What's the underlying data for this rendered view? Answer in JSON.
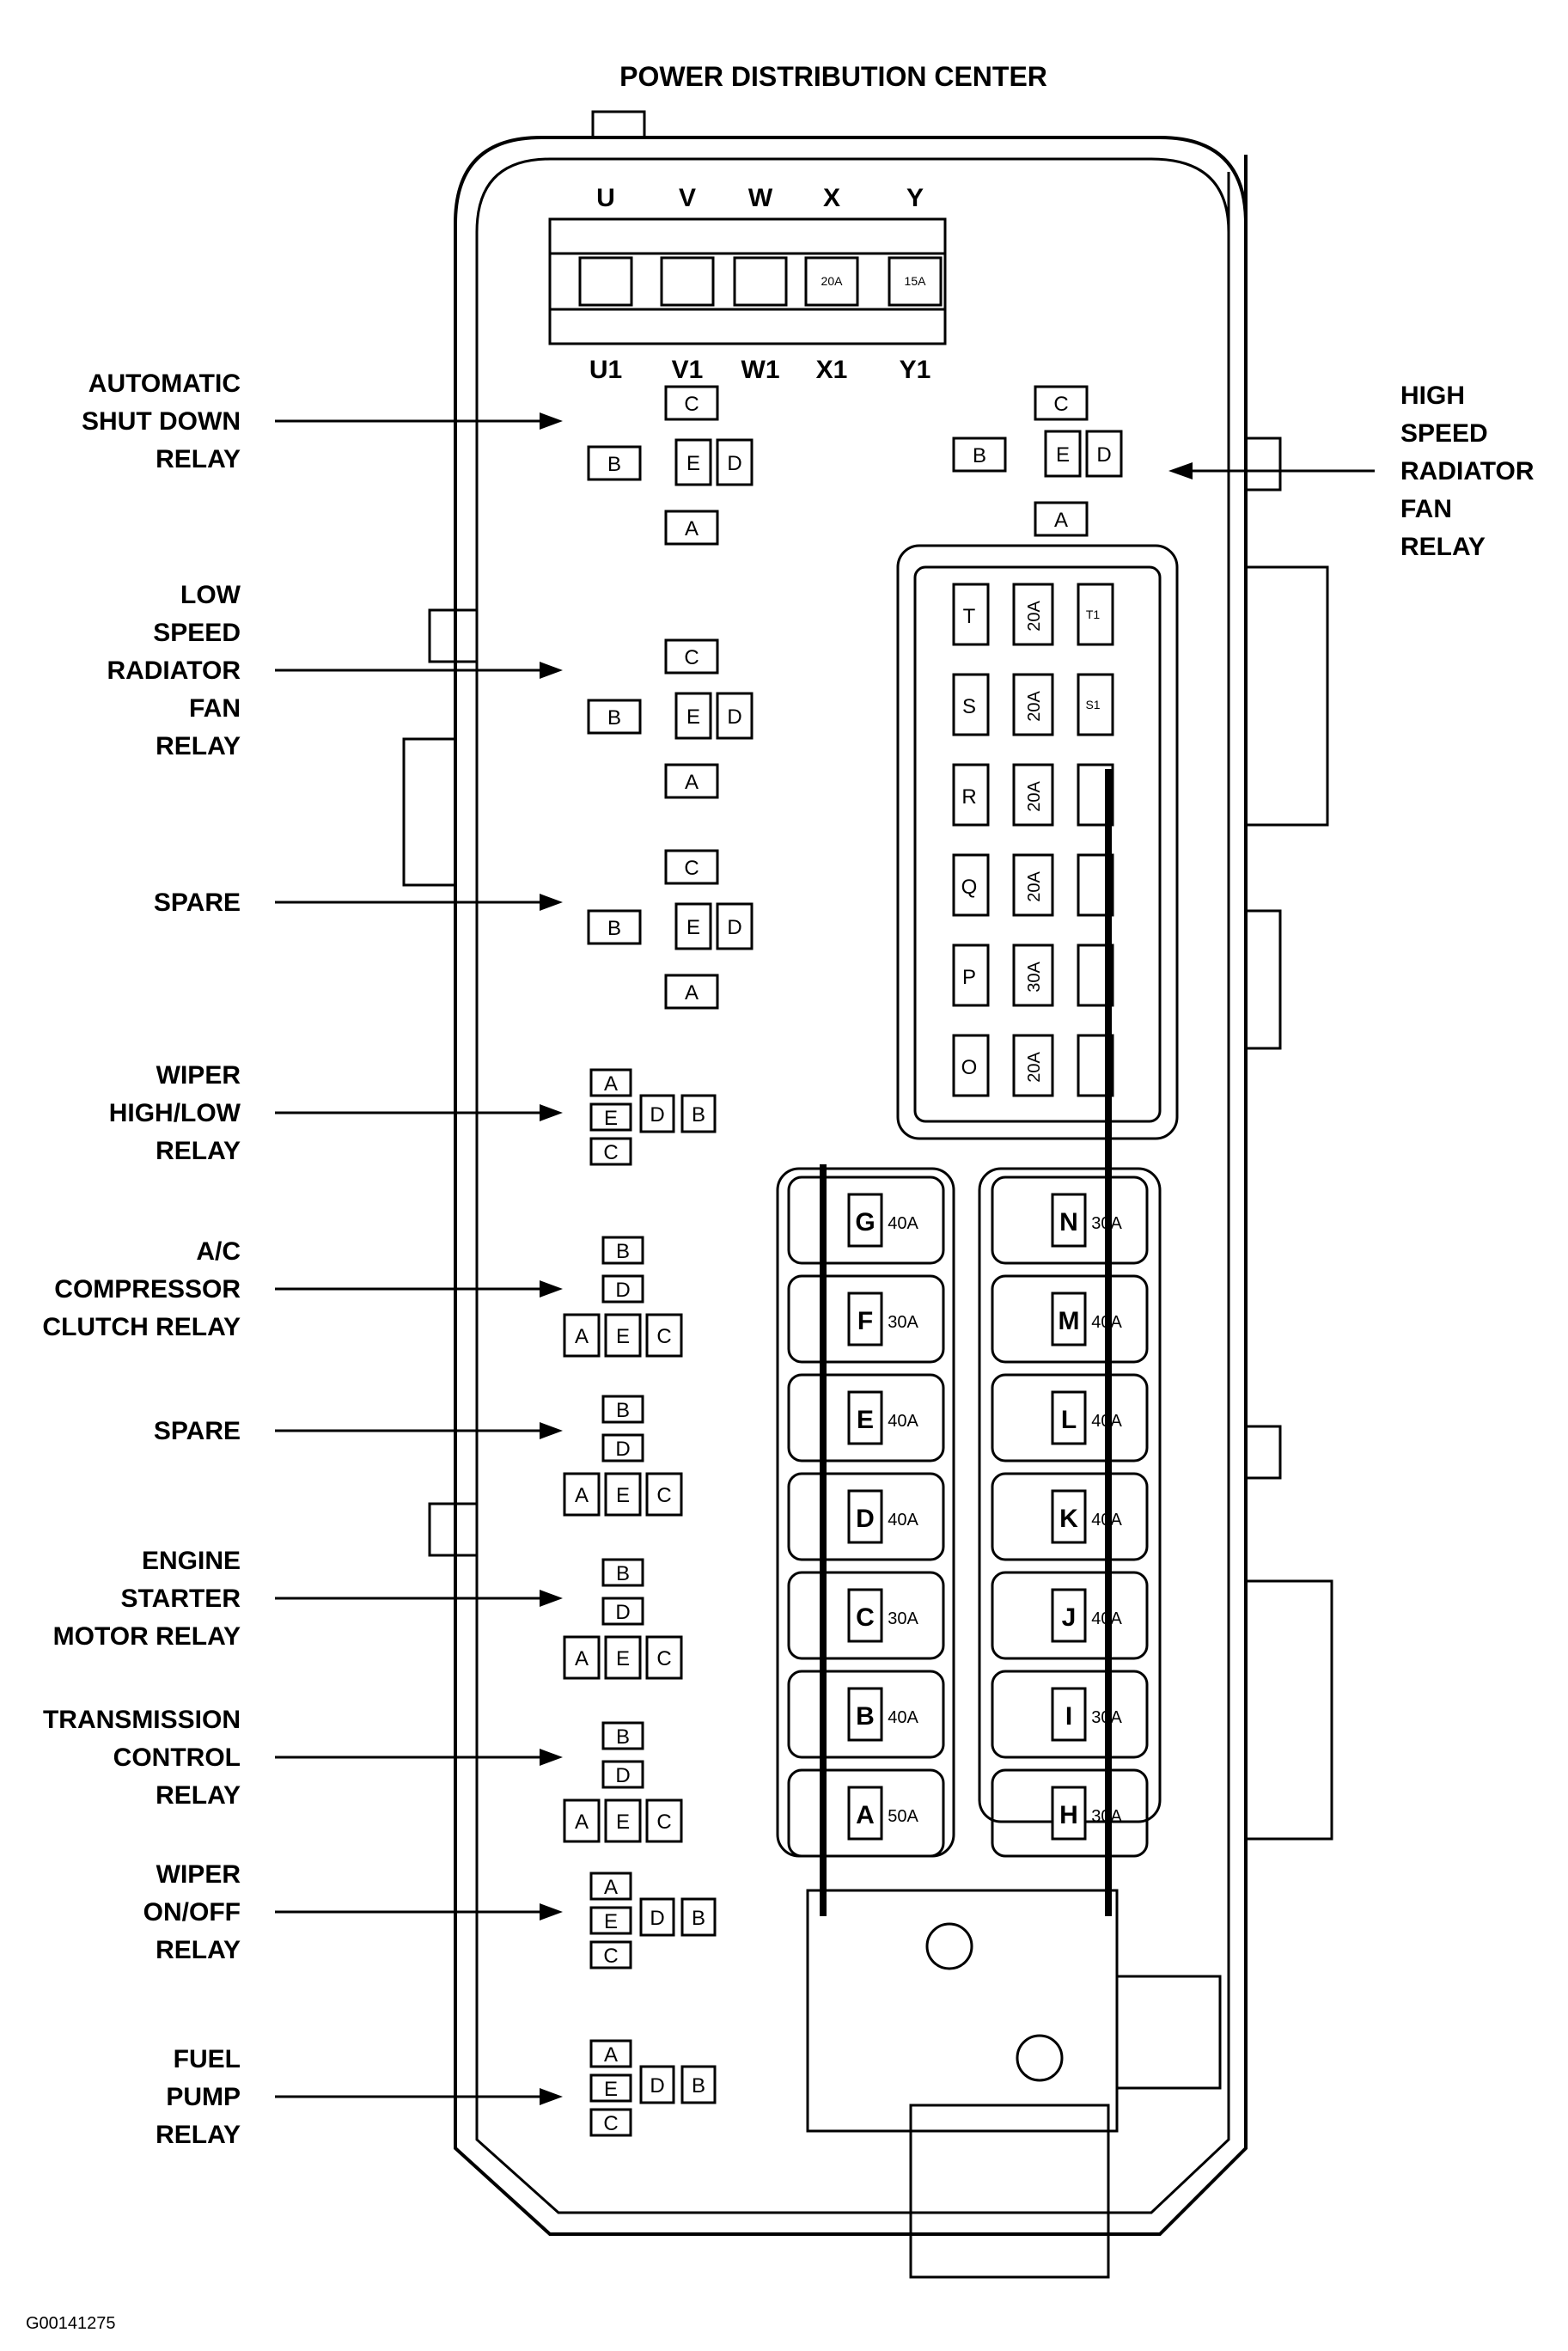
{
  "title": "POWER DISTRIBUTION CENTER",
  "figure_id": "G00141275",
  "top_connector": {
    "top_labels": [
      "U",
      "V",
      "W",
      "X",
      "Y"
    ],
    "bottom_labels": [
      "U1",
      "V1",
      "W1",
      "X1",
      "Y1"
    ],
    "ratings": [
      "20A",
      "15A"
    ]
  },
  "relay_labels": [
    {
      "lines": [
        "AUTOMATIC",
        "SHUT DOWN",
        "RELAY"
      ]
    },
    {
      "lines": [
        "LOW",
        "SPEED",
        "RADIATOR",
        "FAN",
        "RELAY"
      ]
    },
    {
      "lines": [
        "SPARE"
      ]
    },
    {
      "lines": [
        "WIPER",
        "HIGH/LOW",
        "RELAY"
      ]
    },
    {
      "lines": [
        "A/C",
        "COMPRESSOR",
        "CLUTCH RELAY"
      ]
    },
    {
      "lines": [
        "SPARE"
      ]
    },
    {
      "lines": [
        "ENGINE",
        "STARTER",
        "MOTOR RELAY"
      ]
    },
    {
      "lines": [
        "TRANSMISSION",
        "CONTROL",
        "RELAY"
      ]
    },
    {
      "lines": [
        "WIPER",
        "ON/OFF",
        "RELAY"
      ]
    },
    {
      "lines": [
        "FUEL",
        "PUMP",
        "RELAY"
      ]
    }
  ],
  "high_speed_label": {
    "lines": [
      "HIGH",
      "SPEED",
      "RADIATOR",
      "FAN",
      "RELAY"
    ]
  },
  "terminals": [
    "A",
    "B",
    "C",
    "D",
    "E"
  ],
  "mini_fuses": [
    {
      "left": "T",
      "rating": "20A",
      "right": "T1"
    },
    {
      "left": "S",
      "rating": "20A",
      "right": "S1"
    },
    {
      "left": "R",
      "rating": "20A",
      "right": ""
    },
    {
      "left": "Q",
      "rating": "20A",
      "right": ""
    },
    {
      "left": "P",
      "rating": "30A",
      "right": ""
    },
    {
      "left": "O",
      "rating": "20A",
      "right": ""
    }
  ],
  "maxi_fuses_left": [
    {
      "id": "G",
      "rating": "40A"
    },
    {
      "id": "F",
      "rating": "30A"
    },
    {
      "id": "E",
      "rating": "40A"
    },
    {
      "id": "D",
      "rating": "40A"
    },
    {
      "id": "C",
      "rating": "30A"
    },
    {
      "id": "B",
      "rating": "40A"
    },
    {
      "id": "A",
      "rating": "50A"
    }
  ],
  "maxi_fuses_right": [
    {
      "id": "N",
      "rating": "30A"
    },
    {
      "id": "M",
      "rating": "40A"
    },
    {
      "id": "L",
      "rating": "40A"
    },
    {
      "id": "K",
      "rating": "40A"
    },
    {
      "id": "J",
      "rating": "40A"
    },
    {
      "id": "I",
      "rating": "30A"
    },
    {
      "id": "H",
      "rating": "30A"
    }
  ]
}
